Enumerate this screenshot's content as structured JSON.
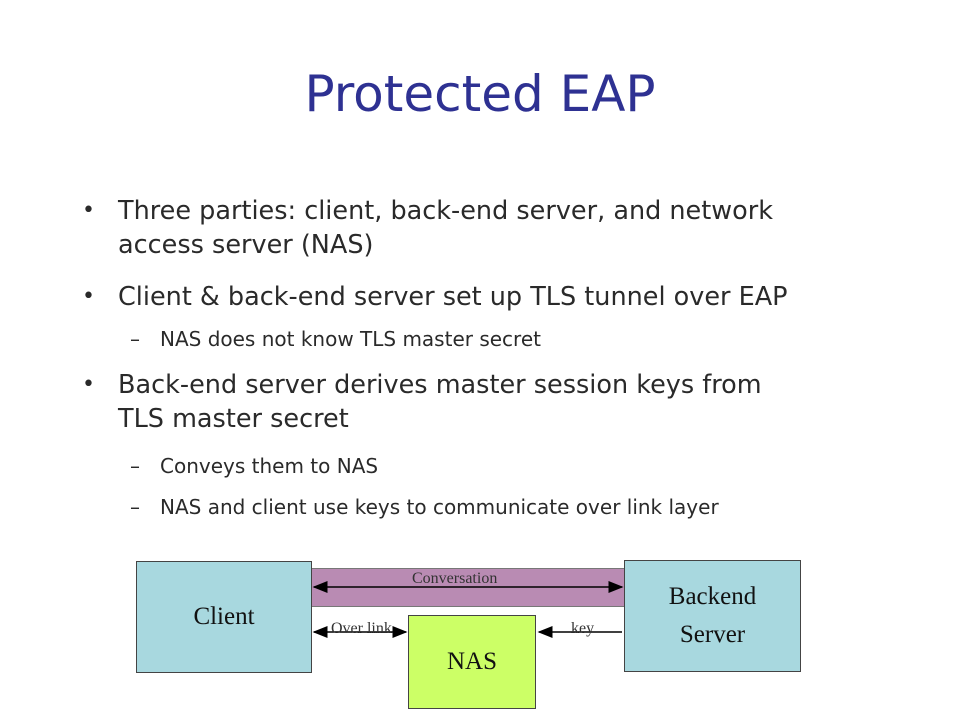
{
  "title": "Protected EAP",
  "bullets": [
    {
      "level": 1,
      "lines": [
        "Three parties: client, back-end server, and network",
        "access server (NAS)"
      ]
    },
    {
      "level": 1,
      "lines": [
        "Client & back-end server set up TLS tunnel over EAP"
      ]
    },
    {
      "level": 2,
      "lines": [
        "NAS does not know TLS master secret"
      ]
    },
    {
      "level": 1,
      "lines": [
        "Back-end server derives master session keys from",
        "TLS master secret"
      ]
    },
    {
      "level": 2,
      "lines": [
        "Conveys them to NAS"
      ]
    },
    {
      "level": 2,
      "lines": [
        "NAS and client use keys to communicate over link layer"
      ]
    }
  ],
  "diagram": {
    "client": "Client",
    "backend_line1": "Backend",
    "backend_line2": "Server",
    "nas": "NAS",
    "conversation": "Conversation",
    "over_link": "Over link",
    "key": "key"
  },
  "colors": {
    "title": "#2e3192",
    "client_box": "#a8d8df",
    "backend_box": "#a8d8df",
    "nas_box": "#ccff66",
    "conversation_band": "#b98bb3"
  }
}
